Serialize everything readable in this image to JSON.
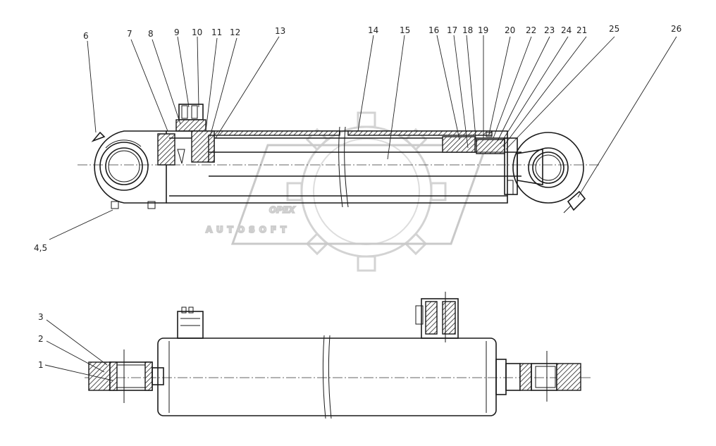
{
  "callouts_top": [
    "6",
    "7",
    "8",
    "9",
    "10",
    "11",
    "12",
    "13",
    "14",
    "15",
    "16",
    "17",
    "18",
    "19",
    "20",
    "22",
    "23",
    "24",
    "21",
    "25",
    "26"
  ],
  "callouts_left": [
    "4,5"
  ],
  "callouts_bottom": [
    "3",
    "2",
    "1"
  ],
  "watermark": {
    "brand": "OPEX",
    "text": "AUTOSOFT"
  }
}
